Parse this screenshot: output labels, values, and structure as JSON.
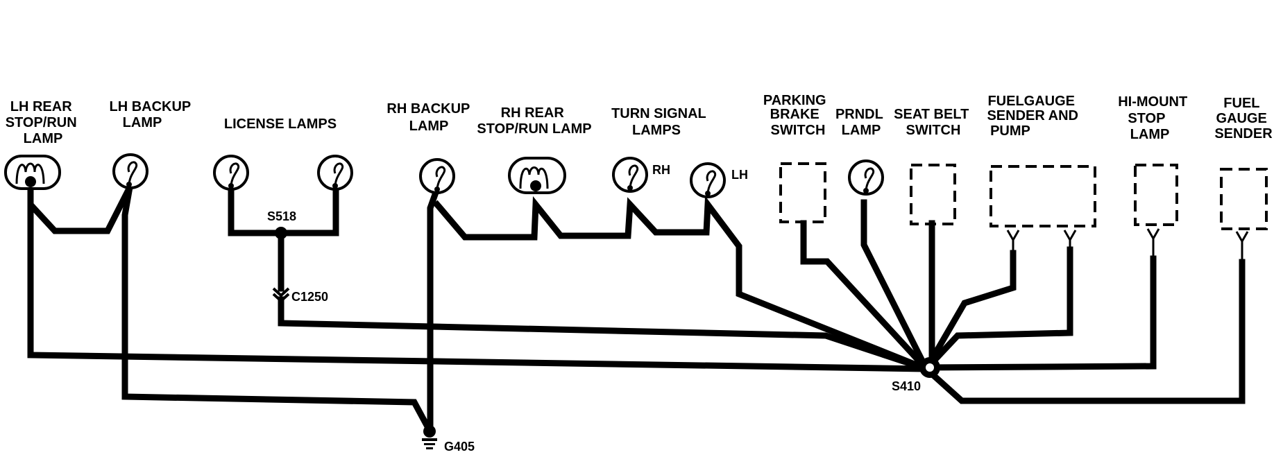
{
  "labels": {
    "lh_rear": [
      "LH REAR",
      "STOP/RUN",
      "LAMP"
    ],
    "lh_backup": [
      "LH BACKUP",
      "LAMP"
    ],
    "license": [
      "LICENSE LAMPS"
    ],
    "rh_backup": [
      "RH BACKUP",
      "LAMP"
    ],
    "rh_rear": [
      "RH REAR",
      "STOP/RUN LAMP"
    ],
    "turn_signal": [
      "TURN SIGNAL",
      "LAMPS"
    ],
    "parking_brake": [
      "PARKING",
      "BRAKE",
      "SWITCH"
    ],
    "prndl": [
      "PRNDL",
      "LAMP"
    ],
    "seat_belt": [
      "SEAT BELT",
      "SWITCH"
    ],
    "fuelgauge_pump": [
      "FUELGAUGE",
      "SENDER AND",
      "PUMP"
    ],
    "hi_mount": [
      "HI-MOUNT",
      "STOP",
      "LAMP"
    ],
    "fuel_gauge": [
      "FUEL",
      "GAUGE",
      "SENDER"
    ]
  },
  "tags": {
    "rh": "RH",
    "lh": "LH",
    "s518": "S518",
    "c1250": "C1250",
    "s410": "S410",
    "g405": "G405"
  }
}
